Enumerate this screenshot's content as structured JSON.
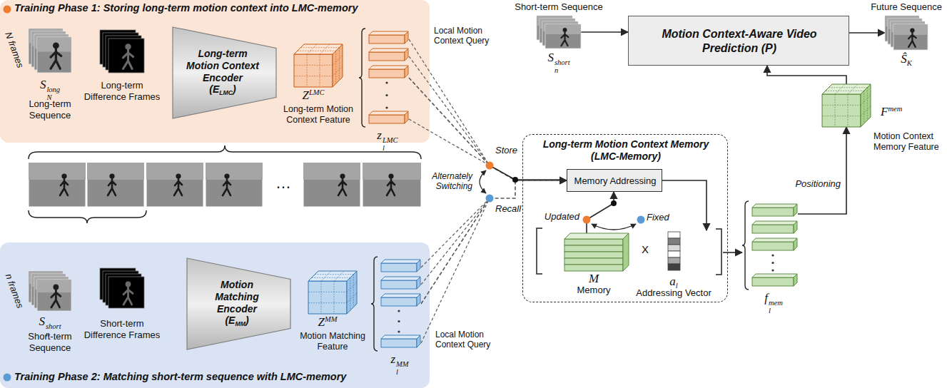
{
  "diagram": {
    "nodes": [
      {
        "text": [
          "Training Phase 1: Storing long-term motion context into LMC-memory"
        ]
      },
      {
        "text": [
          "N frames",
          "S",
          "N",
          "long",
          "Long-term Sequence"
        ],
        "in": 0
      },
      {
        "text": [
          "Long-term Difference Frames"
        ],
        "in": 0
      },
      {
        "text": [
          "Long-term Motion Context Encoder",
          "(E",
          "LMC",
          ")"
        ],
        "in": 0
      },
      {
        "text": [
          "Z",
          "LMC",
          "Long-term Motion Context Feature"
        ],
        "in": 0
      },
      {
        "text": [
          "z",
          "l",
          "LMC"
        ],
        "in": 0
      },
      {
        "text": [
          "Training Phase 2: Matching short-term sequence with LMC-memory"
        ]
      },
      {
        "text": [
          "n frames",
          "S",
          "n",
          "short",
          "Short-term Sequence"
        ],
        "in": 6
      },
      {
        "text": [
          "Short-term Difference Frames"
        ],
        "in": 6
      },
      {
        "text": [
          "Motion Matching Encoder",
          "(E",
          "MM",
          ")"
        ],
        "in": 6
      },
      {
        "text": [
          "Z",
          "MM",
          "Motion Matching Feature"
        ],
        "in": 6
      },
      {
        "text": [
          "z",
          "l",
          "MM"
        ],
        "in": 6
      },
      {
        "text": [
          "Long-term Motion Context Memory (LMC-Memory)"
        ]
      },
      {
        "text": [
          "Memory Addressing"
        ],
        "in": 12
      },
      {
        "text": [
          "M",
          "Memory"
        ],
        "in": 12
      },
      {
        "text": [
          "a",
          "l",
          "Addressing Vector"
        ],
        "in": 12
      },
      {
        "text": [
          "f",
          "l",
          "mem"
        ]
      },
      {
        "text": [
          "F",
          "mem",
          "Motion Context Memory Feature"
        ]
      },
      {
        "text": [
          "Short-term Sequence",
          "S",
          "n",
          "short"
        ]
      },
      {
        "text": [
          "Motion Context-Aware Video Prediction (P)"
        ]
      },
      {
        "text": [
          "Future Sequence",
          "Ŝ",
          "K"
        ]
      }
    ],
    "edges": [
      {
        "from": 5,
        "to": 13,
        "arrow": "to"
      },
      {
        "from": 11,
        "to": 13,
        "arrow": "to"
      },
      {
        "from": 14,
        "to": 13,
        "arrow": "to"
      },
      {
        "from": 13,
        "to": 15,
        "arrow": "to"
      },
      {
        "from": 15,
        "to": 16,
        "arrow": "to"
      },
      {
        "from": 16,
        "to": 17,
        "label": "Positioning",
        "arrow": "to"
      },
      {
        "from": 17,
        "to": 19,
        "arrow": "to"
      },
      {
        "from": 18,
        "to": 19,
        "arrow": "to"
      },
      {
        "from": 19,
        "to": 20,
        "arrow": "to"
      }
    ],
    "labels": [
      "Local Motion Context Query",
      "Store",
      "Alternately Switching",
      "Recall",
      "…",
      "Local Motion Context Query",
      "Updated",
      "Fixed",
      "X"
    ]
  }
}
